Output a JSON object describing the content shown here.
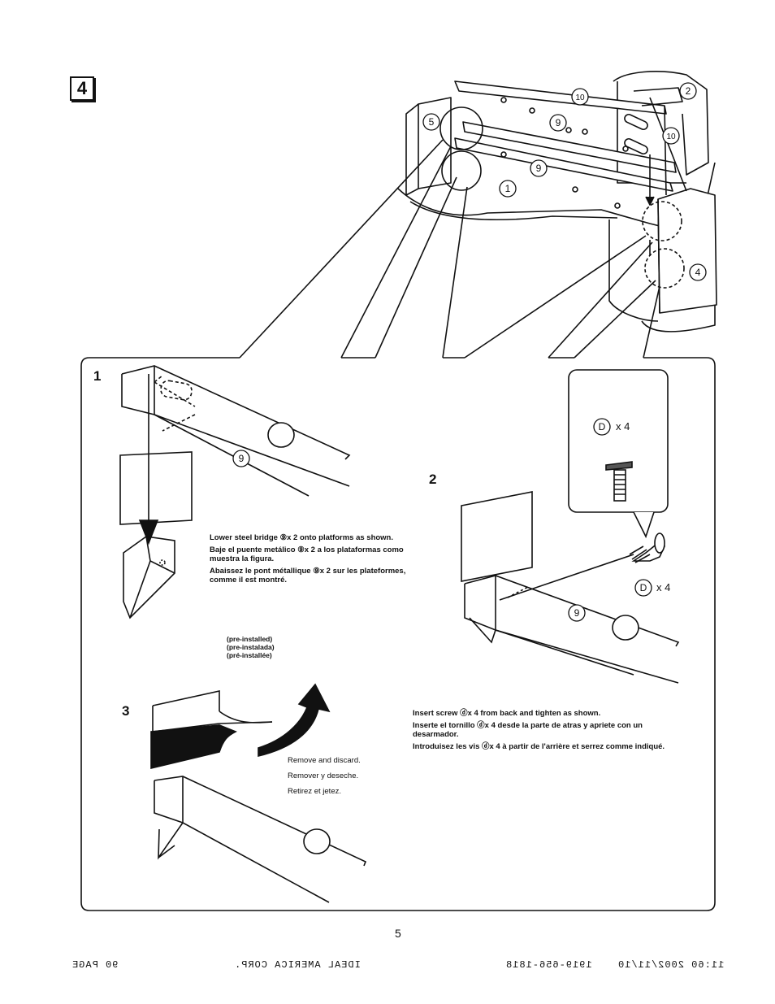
{
  "step_marker": "4",
  "sub_steps": [
    "1",
    "2",
    "3"
  ],
  "part_labels": {
    "p1": "1",
    "p2": "2",
    "p4": "4",
    "p5": "5",
    "p9": "9",
    "p10": "10",
    "pD": "D"
  },
  "hardware": {
    "box_qty": "x 4",
    "screw_qty": "x 4"
  },
  "step1_text": [
    "Lower steel bridge ⑨x 2 onto platforms as shown.",
    "Baje el puente metálico ⑨x 2 a los plataformas como muestra la figura.",
    "Abaissez le pont métallique ⑨x 2 sur les plateformes, comme il est montré."
  ],
  "preinstalled": [
    "(pre-installed)",
    "(pre-instalada)",
    "(pré-installée)"
  ],
  "step3_text": [
    "Remove and discard.",
    "Remover y deseche.",
    "Retirez et jetez."
  ],
  "step2_text": [
    "Insert screw ⓓx 4 from back and tighten as shown.",
    "Inserte el tornillo ⓓx 4 desde la parte de atras y apriete con un desarmador.",
    "Introduisez les vis ⓓx 4 à partir de l'arrière et serrez comme indiqué."
  ],
  "page_number": "5",
  "footer": {
    "left": "90 PAGE",
    "center": "IDEAL AMERICA CORP.",
    "right_fax": "1919-656-1818",
    "right_time": "11:60 2002/11/10"
  }
}
